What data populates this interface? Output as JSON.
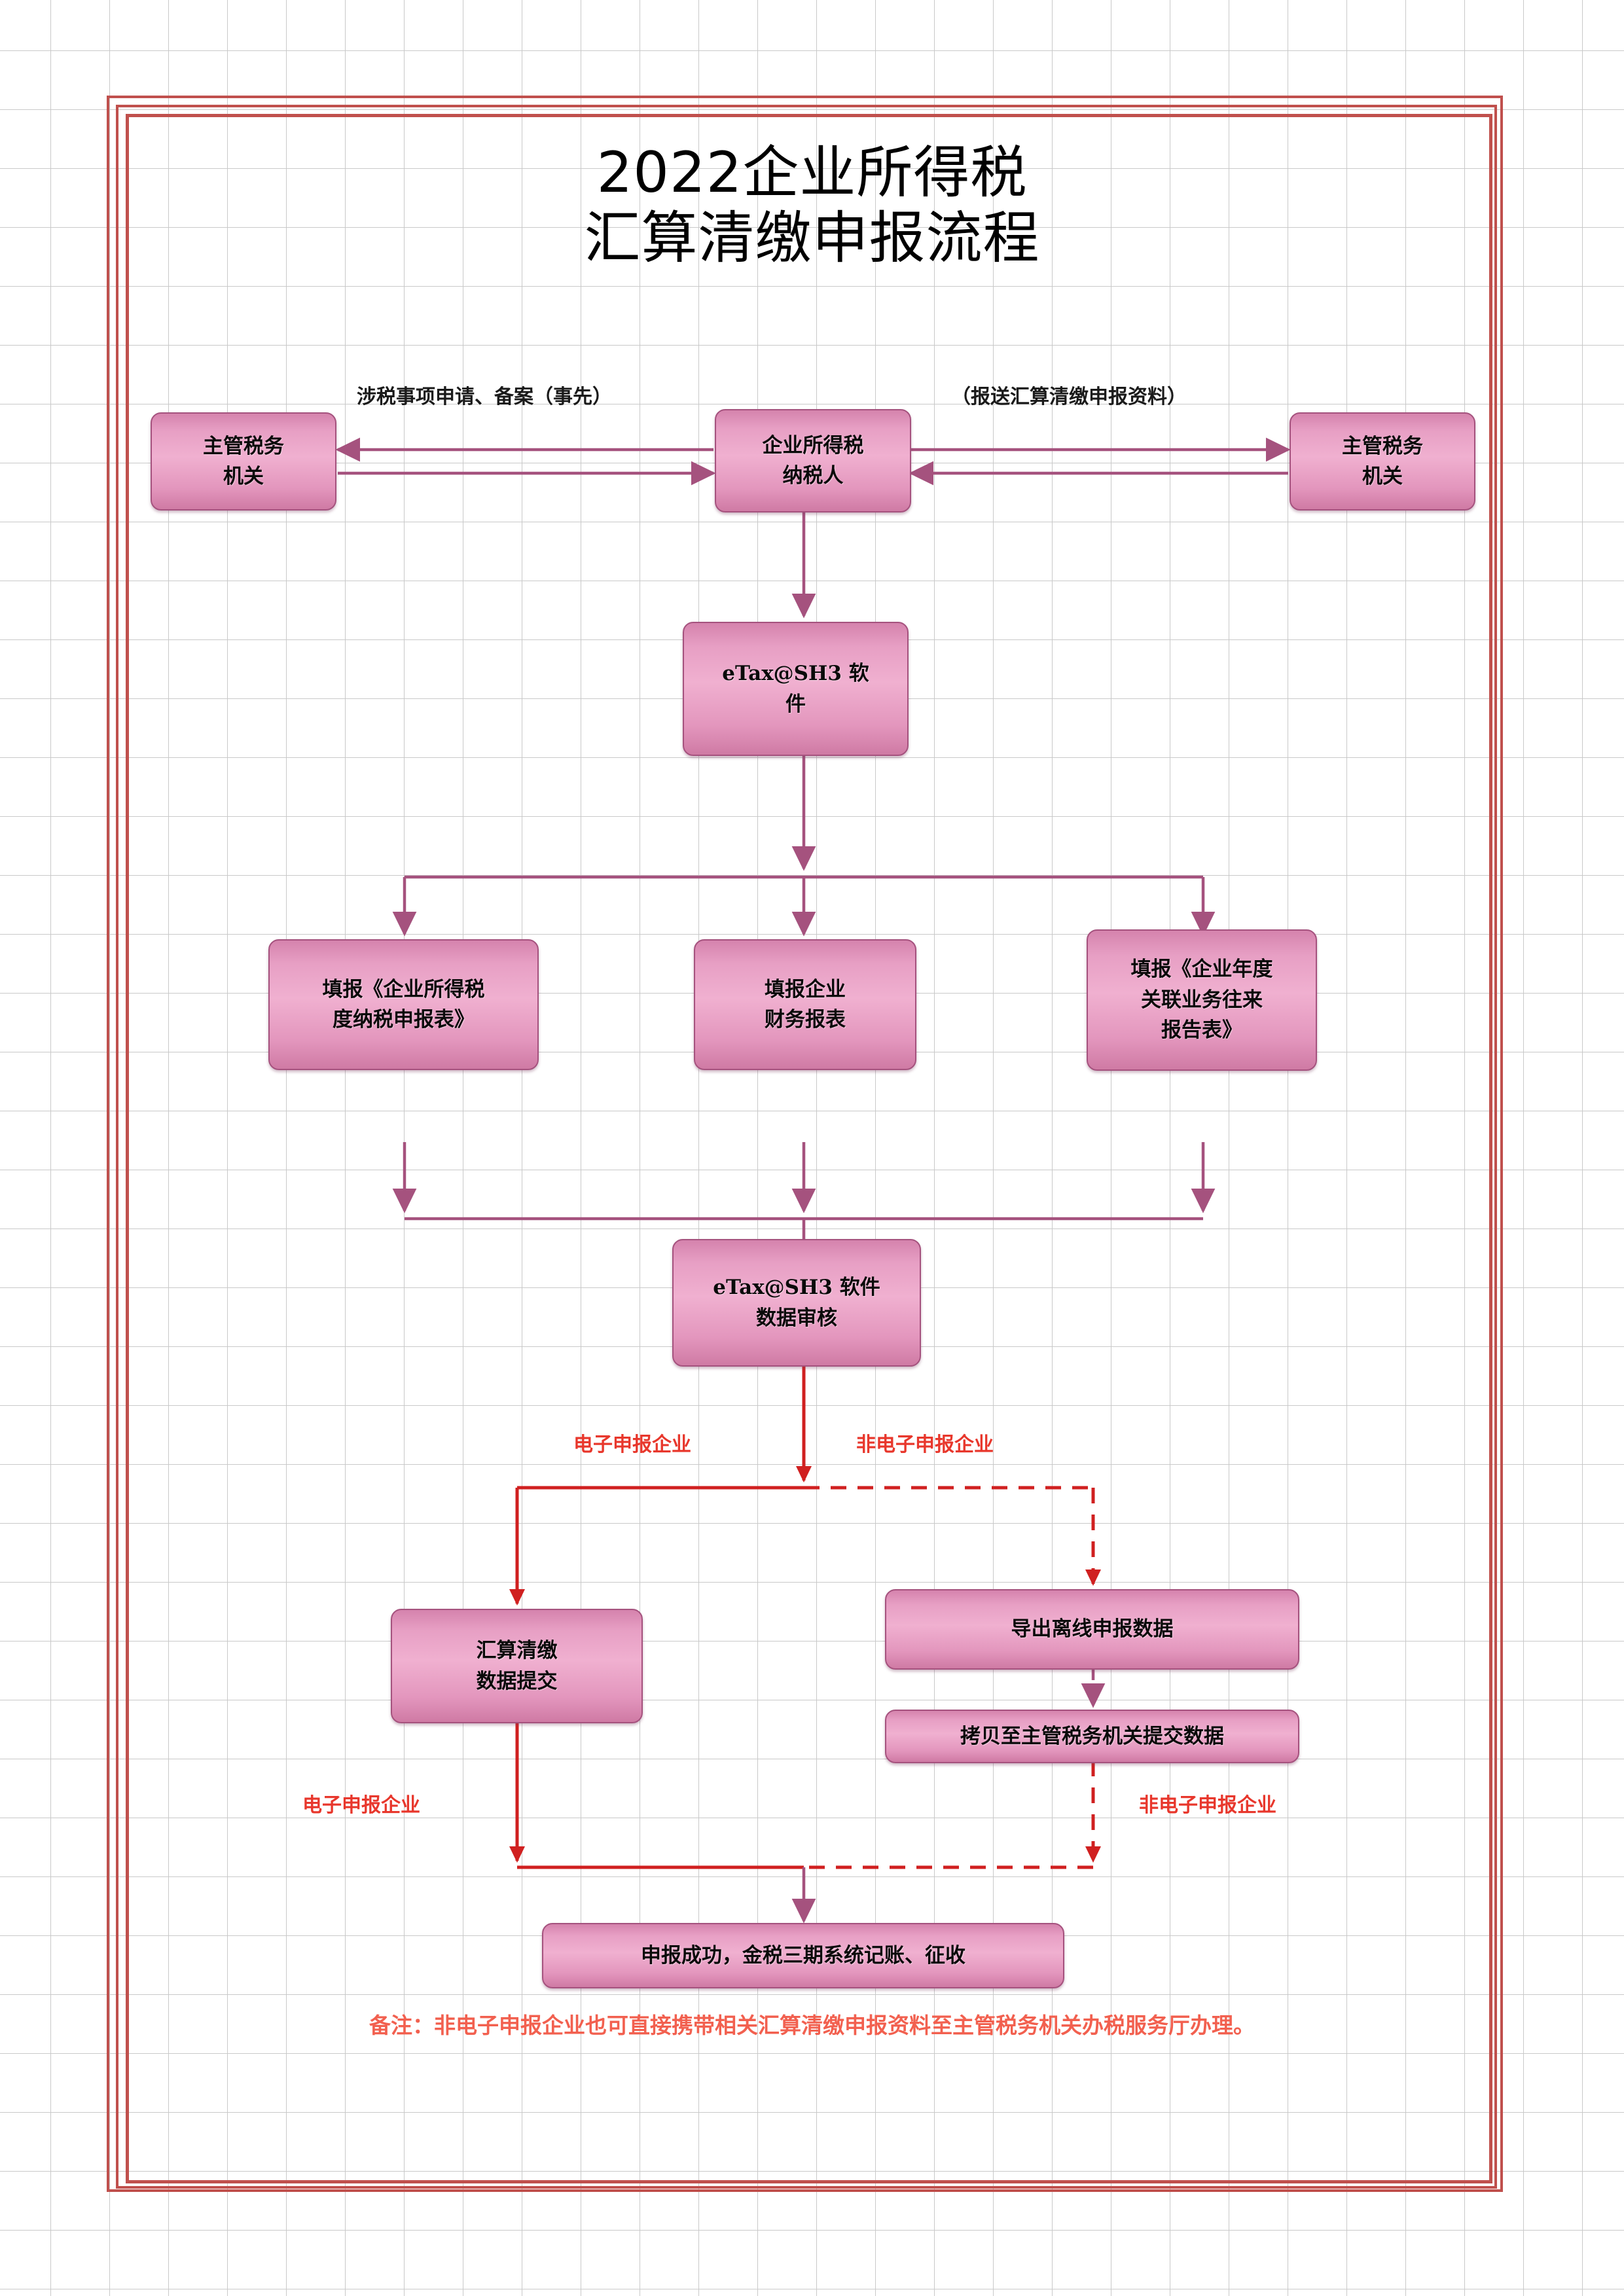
{
  "document": {
    "title_line_1": "2022企业所得税",
    "title_line_2": "汇算清缴申报流程",
    "footer_note": "备注：非电子申报企业也可直接携带相关汇算清缴申报资料至主管税务机关办税服务厅办理。",
    "frame_color": "#c0504d",
    "box_fill_color": "#eda6c9",
    "box_border_color": "#a5527e",
    "arrow_color": "#a5527e",
    "branch_color": "#e8372c",
    "note_color": "#f2604f",
    "background": "graph-paper-grid"
  },
  "nodes": {
    "tax_authority_left": {
      "line_1": "主管税务",
      "line_2": "机关"
    },
    "taxpayer": {
      "line_1": "企业所得税",
      "line_2": "纳税人"
    },
    "tax_authority_right": {
      "line_1": "主管税务",
      "line_2": "机关"
    },
    "etax_software": {
      "line_1": "eTax@SH3 软",
      "line_2": "件"
    },
    "form_income_tax": {
      "line_1": "填报《企业所得税",
      "line_2": "度纳税申报表》"
    },
    "form_financial": {
      "line_1": "填报企业",
      "line_2": "财务报表"
    },
    "form_related_party": {
      "line_1": "填报《企业年度",
      "line_2": "关联业务往来",
      "line_3": "报告表》"
    },
    "etax_audit": {
      "line_1": "eTax@SH3 软件",
      "line_2": "数据审核"
    },
    "submit_settlement": {
      "line_1": "汇算清缴",
      "line_2": "数据提交"
    },
    "export_offline": {
      "line_1": "导出离线申报数据"
    },
    "copy_to_authority": {
      "line_1": "拷贝至主管税务机关提交数据"
    },
    "final_success": {
      "line_1": "申报成功，金税三期系统记账、征收"
    }
  },
  "edge_labels": {
    "tax_matter_application": "涉税事项申请、备案（事先）",
    "submit_settlement_materials": "（报送汇算清缴申报资料）"
  },
  "branch_labels": {
    "electronic_top": "电子申报企业",
    "non_electronic_top": "非电子申报企业",
    "electronic_bottom": "电子申报企业",
    "non_electronic_bottom": "非电子申报企业"
  }
}
